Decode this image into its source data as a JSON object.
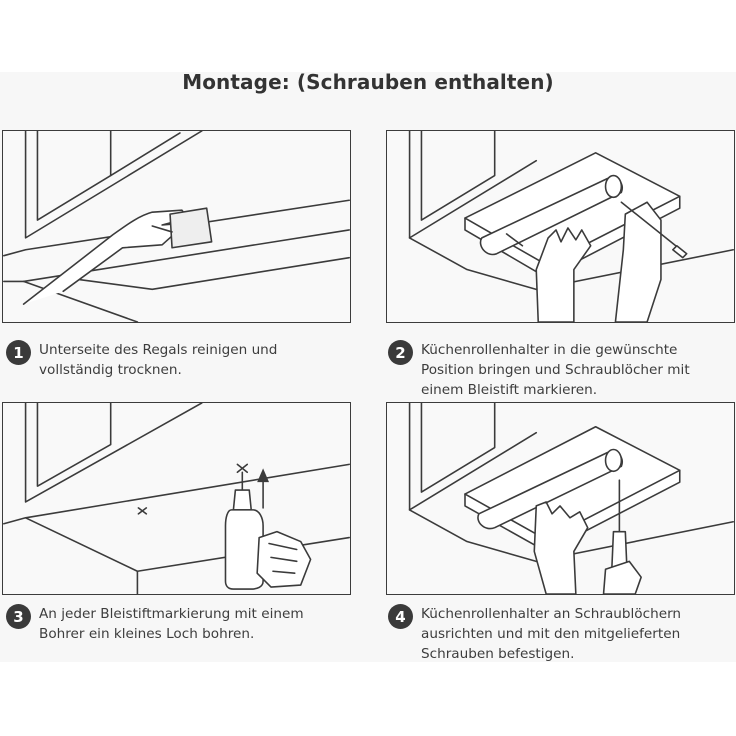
{
  "title": "Montage: (Schrauben enthalten)",
  "steps": [
    {
      "number": "1",
      "text": "Unterseite des Regals reinigen und\nvollständig trocknen."
    },
    {
      "number": "2",
      "text": "Küchenrollenhalter in die gewünschte\nPosition bringen und Schraublöcher mit\neinem Bleistift markieren."
    },
    {
      "number": "3",
      "text": "An jeder Bleistiftmarkierung mit einem\nBohrer ein kleines Loch bohren."
    },
    {
      "number": "4",
      "text": "Küchenrollenhalter an Schraublöchern\nausrichten und mit den mitgelieferten\nSchrauben befestigen."
    }
  ],
  "illustrations": [
    {
      "name": "hand-wiping-shelf-illustration"
    },
    {
      "name": "holder-marking-illustration"
    },
    {
      "name": "drilling-illustration"
    },
    {
      "name": "screwing-holder-illustration"
    }
  ]
}
